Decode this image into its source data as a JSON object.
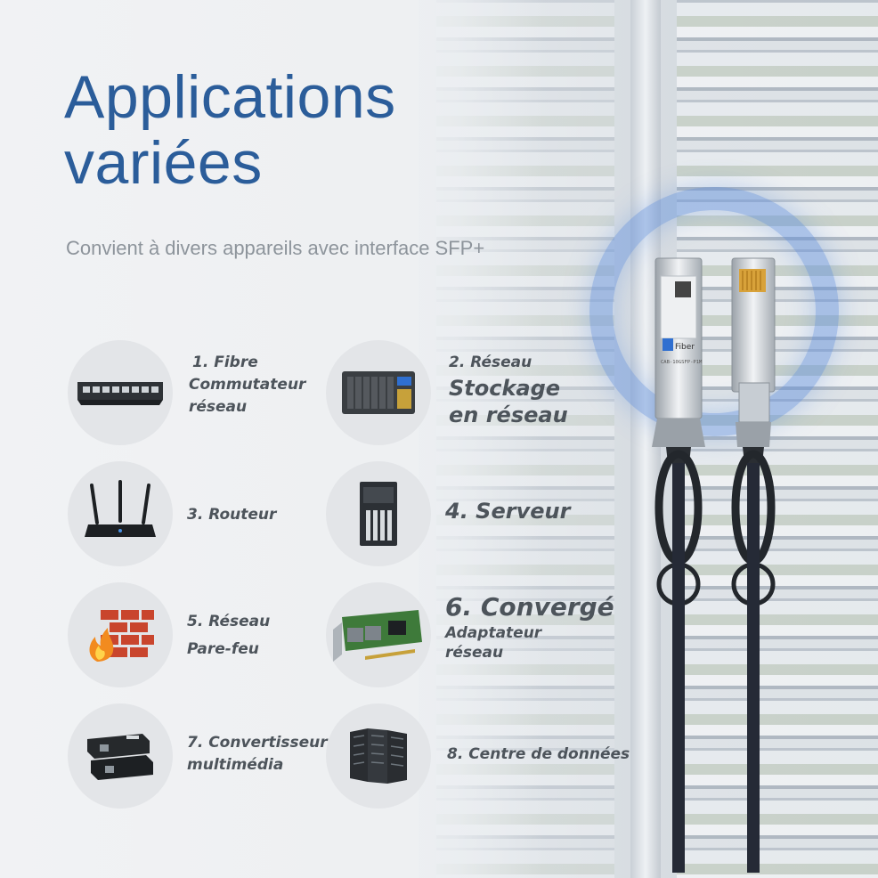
{
  "title": {
    "line1": "Applications",
    "line2": "variées"
  },
  "subtitle": "Convient à divers appareils avec interface SFP+",
  "items": [
    {
      "line1": "1. Fibre",
      "line2": "Commutateur",
      "line3": "réseau",
      "icon": "network-switch-icon"
    },
    {
      "line1": "2. Réseau",
      "line2": "Stockage",
      "line3": "en réseau",
      "icon": "nas-storage-icon"
    },
    {
      "line1": "3. Routeur",
      "icon": "router-icon"
    },
    {
      "line1": "4. Serveur",
      "icon": "server-tower-icon"
    },
    {
      "line1": "5. Réseau",
      "line2": "Pare-feu",
      "icon": "firewall-icon"
    },
    {
      "line1": "6. Convergé",
      "line2": "Adaptateur",
      "line3": "réseau",
      "icon": "network-adapter-icon"
    },
    {
      "line1": "7. Convertisseur",
      "line2": "multimédia",
      "icon": "media-converter-icon"
    },
    {
      "line1": "8. Centre de données",
      "icon": "data-center-icon"
    }
  ],
  "product": {
    "brand": "Fiber",
    "model": "CAB-10GSFP-P1M",
    "icon": "sfp-dac-cable-icon"
  },
  "colors": {
    "title": "#2b5d9a",
    "text": "#4d545b",
    "subtitle": "#8d949b",
    "circle": "#e3e5e8",
    "glow": "#5a8cdc"
  }
}
